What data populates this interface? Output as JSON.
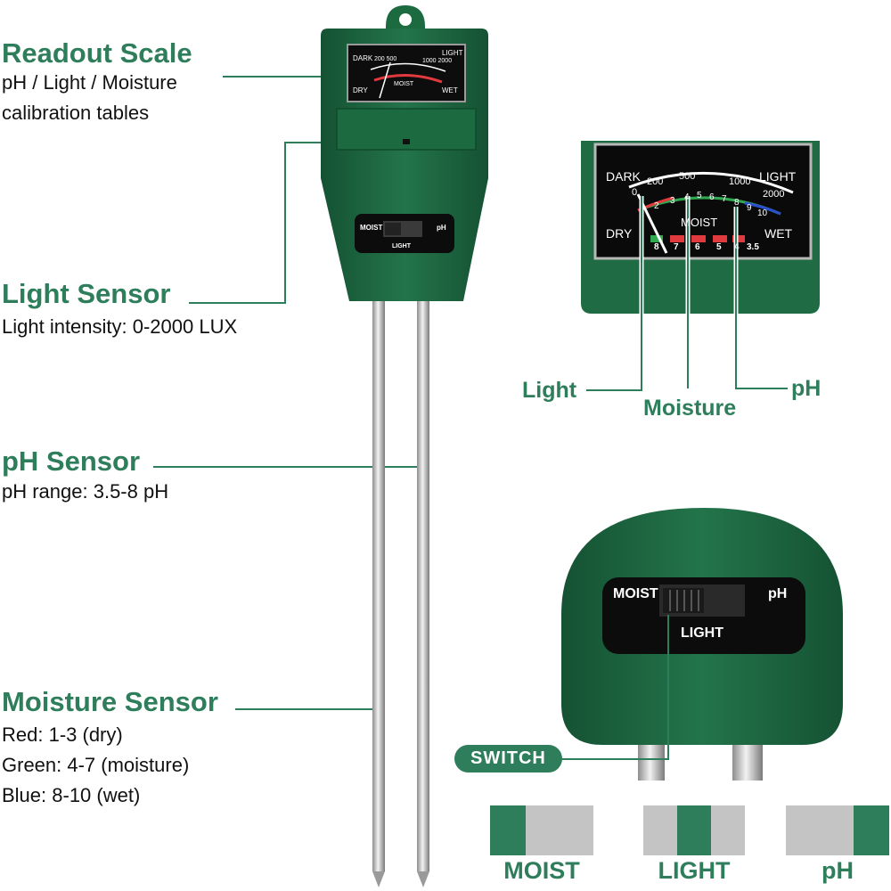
{
  "features": {
    "readout": {
      "title": "Readout Scale",
      "lines": [
        "pH / Light / Moisture",
        "calibration tables"
      ]
    },
    "light": {
      "title": "Light Sensor",
      "lines": [
        "Light intensity: 0-2000 LUX"
      ]
    },
    "ph": {
      "title": "pH Sensor",
      "lines": [
        "pH range: 3.5-8 pH"
      ]
    },
    "moisture": {
      "title": "Moisture Sensor",
      "lines": [
        "Red: 1-3 (dry)",
        "Green: 4-7 (moisture)",
        "Blue: 8-10 (wet)"
      ]
    }
  },
  "meter": {
    "dark": "DARK",
    "light": "LIGHT",
    "dry": "DRY",
    "wet": "WET",
    "moist": "MOIST",
    "lux_ticks": [
      "0",
      "200",
      "500",
      "1000",
      "2000"
    ],
    "moist_ticks": [
      "2",
      "3",
      "4",
      "5",
      "6",
      "7",
      "8",
      "9",
      "10"
    ],
    "ph_ticks": [
      "8",
      "7",
      "6",
      "5",
      "4",
      "3.5"
    ]
  },
  "probe_switch": {
    "left": "MOIST",
    "right": "pH",
    "bottom": "LIGHT"
  },
  "callouts": {
    "light": "Light",
    "moisture": "Moisture",
    "ph": "pH"
  },
  "switch_badge": "SWITCH",
  "modes": [
    {
      "label": "MOIST"
    },
    {
      "label": "LIGHT"
    },
    {
      "label": "pH"
    }
  ],
  "colors": {
    "brand_green": "#2e7d5b",
    "body_green": "#1f6b43",
    "body_green_dark": "#155233",
    "switch_grey": "#c4c4c4",
    "scale_red": "#e0393e",
    "scale_green": "#2fa84f",
    "scale_blue": "#2c4fd0"
  }
}
